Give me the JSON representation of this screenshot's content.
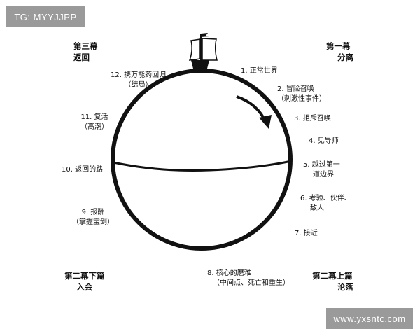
{
  "watermarks": {
    "top": "TG: MYYJJPP",
    "bottom": "www.yxsntc.com"
  },
  "acts": {
    "act1": {
      "line1": "第一幕",
      "line2": "分离"
    },
    "act2a": {
      "line1": "第二幕上篇",
      "line2": "沦落"
    },
    "act2b": {
      "line1": "第二幕下篇",
      "line2": "入会"
    },
    "act3": {
      "line1": "第三幕",
      "line2": "返回"
    }
  },
  "stages": [
    {
      "num": "1.",
      "text": "正常世界"
    },
    {
      "num": "2.",
      "text": "冒险召唤",
      "sub": "（刺激性事件）"
    },
    {
      "num": "3.",
      "text": "拒斥召唤"
    },
    {
      "num": "4.",
      "text": "见导师"
    },
    {
      "num": "5.",
      "text": "越过第一",
      "sub": "道边界"
    },
    {
      "num": "6.",
      "text": "考验、伙伴、",
      "sub": "敌人"
    },
    {
      "num": "7.",
      "text": "接近"
    },
    {
      "num": "8.",
      "text": "核心的磨难",
      "sub": "（中间点、死亡和重生）"
    },
    {
      "num": "9.",
      "text": "报酬",
      "sub": "（掌握宝剑）"
    },
    {
      "num": "10.",
      "text": "返回的路"
    },
    {
      "num": "11.",
      "text": "复活",
      "sub": "（高潮）"
    },
    {
      "num": "12.",
      "text": "携万能药回归",
      "sub": "（结局）"
    }
  ],
  "icons": {
    "ship": "sailing-ship-icon",
    "arrow": "clockwise-arrow-icon"
  }
}
